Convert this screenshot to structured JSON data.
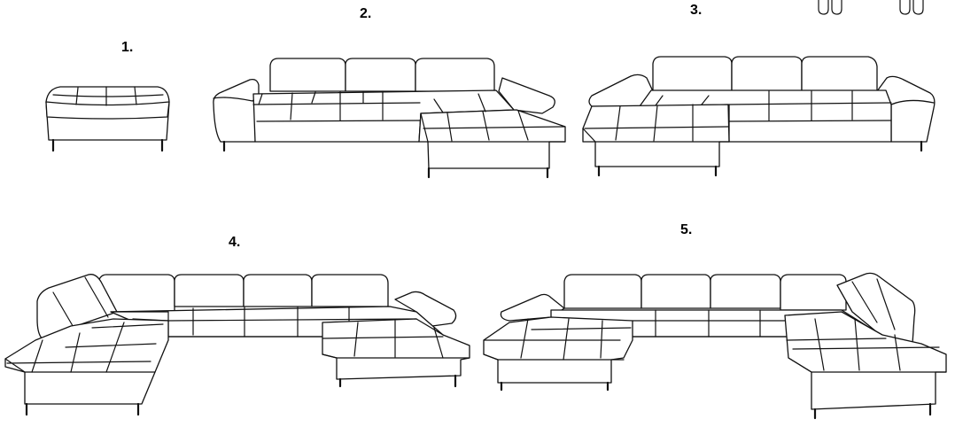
{
  "figures": [
    {
      "id": "1",
      "label": "1.",
      "item": "ottoman"
    },
    {
      "id": "2",
      "label": "2.",
      "item": "corner-sofa-chaise-right"
    },
    {
      "id": "3",
      "label": "3.",
      "item": "corner-sofa-chaise-left"
    },
    {
      "id": "4",
      "label": "4.",
      "item": "u-sofa-corner-left"
    },
    {
      "id": "5",
      "label": "5.",
      "item": "u-sofa-corner-right"
    }
  ],
  "line_color": "#111111",
  "background": "#ffffff",
  "icons": [
    "cup-holder-icon",
    "cup-holder-icon"
  ]
}
